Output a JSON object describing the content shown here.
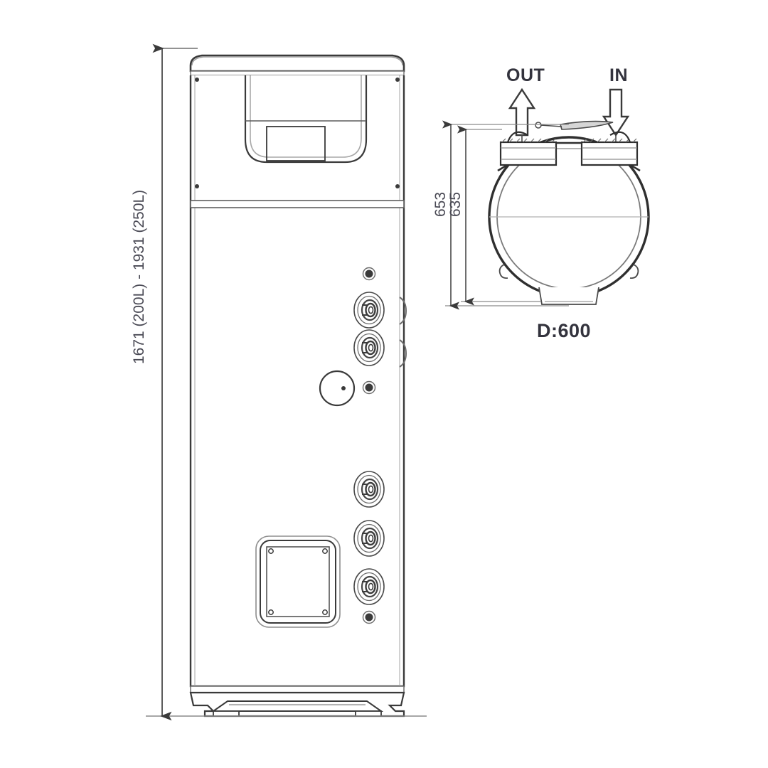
{
  "drawing": {
    "title_hidden": "",
    "views": {
      "front": {
        "name": "front-elevation",
        "height_dimension": "1671 (200L) - 1931 (250L)"
      },
      "top": {
        "name": "top-plan",
        "outer_dimension": "653",
        "inner_dimension": "635",
        "diameter_label": "D:600",
        "port_out_label": "OUT",
        "port_in_label": "IN"
      }
    },
    "colors": {
      "line": "#3a3a3a",
      "line_light": "#8d8d8d",
      "text": "#33333d",
      "dim_text": "#4a4a55",
      "background": "#ffffff"
    }
  }
}
